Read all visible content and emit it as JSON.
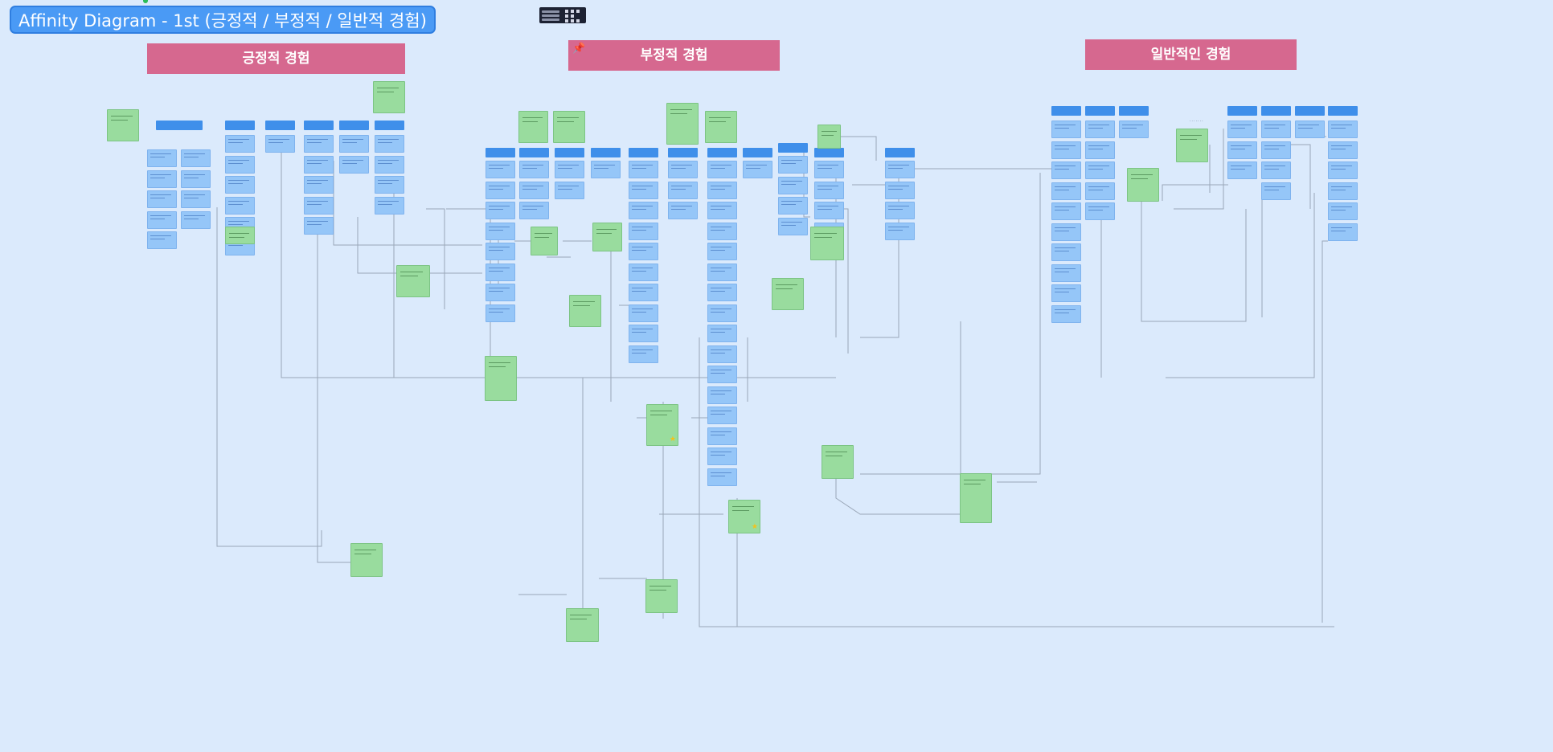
{
  "board": {
    "title": "Affinity Diagram - 1st (긍정적 / 부정적 / 일반적 경험)",
    "background": "#dbeafc"
  },
  "sections": {
    "positive": "긍정적 경험",
    "negative": "부정적 경험",
    "general": "일반적인 경험"
  },
  "colors": {
    "title_fill": "#4a9af5",
    "section_fill": "#d6688f",
    "header_fill": "#3f8fea",
    "card_fill": "#95c6f8",
    "note_fill": "#99dc9e",
    "connector": "#9aa7b8"
  },
  "icons": {
    "pin": "pushpin-icon",
    "star": "star-icon"
  }
}
